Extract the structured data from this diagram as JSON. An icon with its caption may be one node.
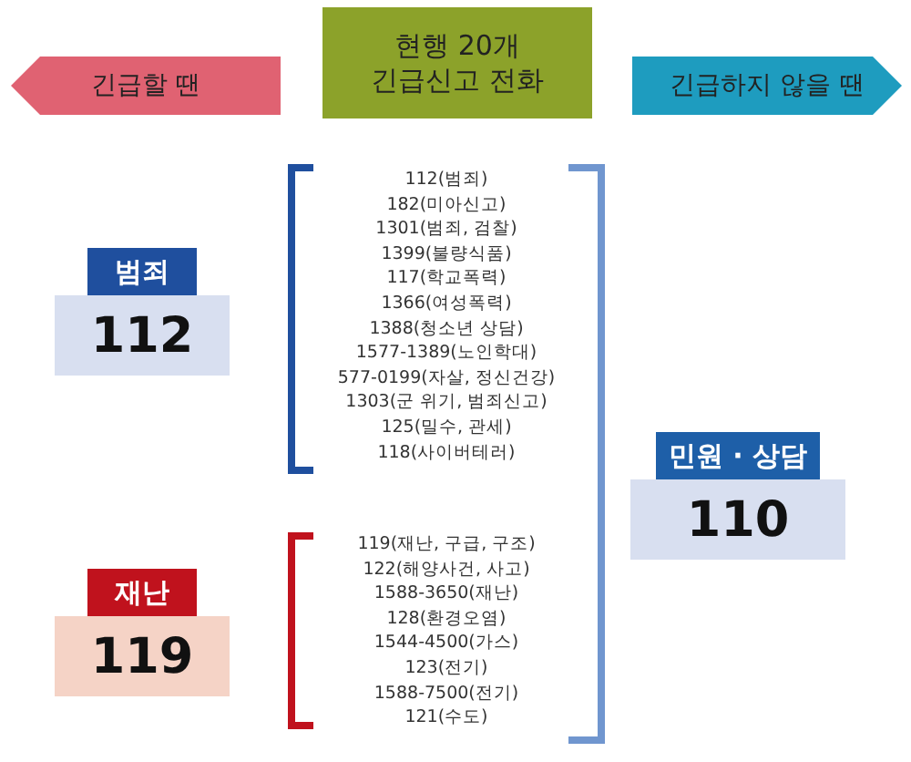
{
  "diagram": {
    "nodes": [
      {
        "text": [
          "현행 20개 긴급신고 전화"
        ]
      },
      {
        "text": [
          "긴급할 땐"
        ]
      },
      {
        "text": [
          "긴급하지 않을 땐"
        ]
      },
      {
        "text": [
          "범죄"
        ]
      },
      {
        "text": [
          "112"
        ]
      },
      {
        "text": [
          "112(범죄)",
          "182(미아신고)",
          "1301(범죄, 검찰)",
          "1399(불량식품)",
          "117(학교폭력)",
          "1366(여성폭력)",
          "1388(청소년 상담)",
          "1577-1389(노인학대)",
          "577-0199(자살, 정신건강)",
          "1303(군 위기, 범죄신고)",
          "125(밀수, 관세)",
          "118(사이버테러)"
        ]
      },
      {
        "text": [
          "재난"
        ]
      },
      {
        "text": [
          "119"
        ]
      },
      {
        "text": [
          "119(재난, 구급, 구조)",
          "122(해양사건, 사고)",
          "1588-3650(재난)",
          "128(환경오염)",
          "1544-4500(가스)",
          "123(전기)",
          "1588-7500(전기)",
          "121(수도)"
        ]
      },
      {
        "text": [
          "민원 · 상담"
        ]
      },
      {
        "text": [
          "110"
        ]
      }
    ]
  }
}
